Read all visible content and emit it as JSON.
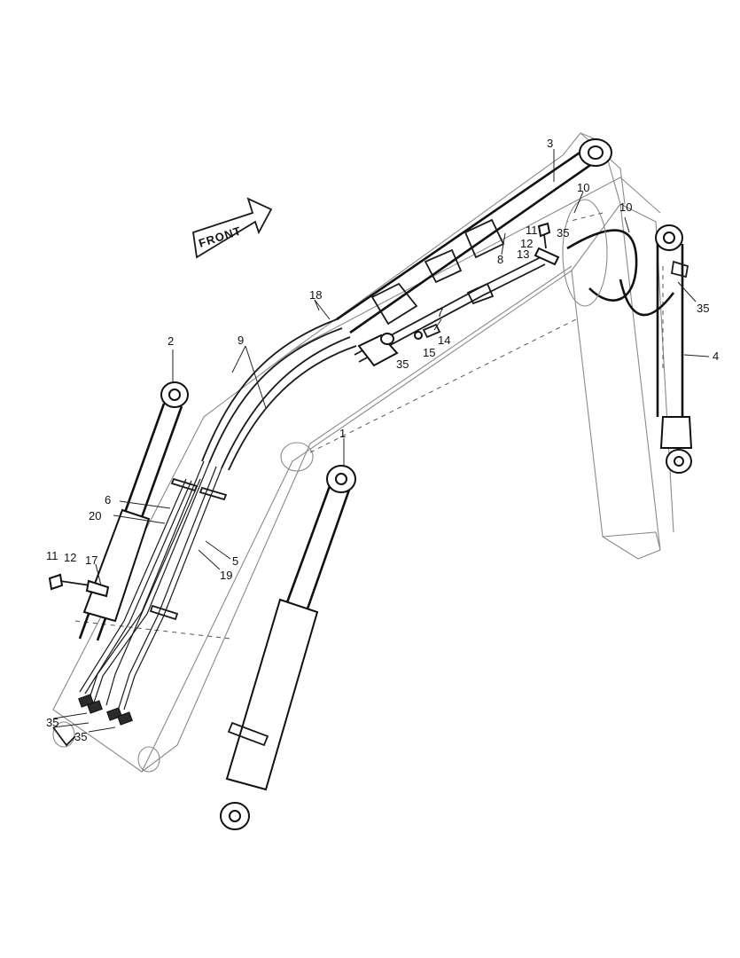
{
  "diagram": {
    "direction_label": "FRONT",
    "callouts": [
      {
        "id": "c1",
        "text": "1"
      },
      {
        "id": "c2",
        "text": "2"
      },
      {
        "id": "c3",
        "text": "3"
      },
      {
        "id": "c4",
        "text": "4"
      },
      {
        "id": "c5",
        "text": "5"
      },
      {
        "id": "c6",
        "text": "6"
      },
      {
        "id": "c7",
        "text": "7"
      },
      {
        "id": "c8",
        "text": "8"
      },
      {
        "id": "c9",
        "text": "9"
      },
      {
        "id": "c10a",
        "text": "10"
      },
      {
        "id": "c10b",
        "text": "10"
      },
      {
        "id": "c11a",
        "text": "11"
      },
      {
        "id": "c11b",
        "text": "11"
      },
      {
        "id": "c12a",
        "text": "12"
      },
      {
        "id": "c12b",
        "text": "12"
      },
      {
        "id": "c13",
        "text": "13"
      },
      {
        "id": "c14",
        "text": "14"
      },
      {
        "id": "c15",
        "text": "15"
      },
      {
        "id": "c17",
        "text": "17"
      },
      {
        "id": "c18",
        "text": "18"
      },
      {
        "id": "c19",
        "text": "19"
      },
      {
        "id": "c20",
        "text": "20"
      },
      {
        "id": "c35a",
        "text": "35"
      },
      {
        "id": "c35b",
        "text": "35"
      },
      {
        "id": "c35c",
        "text": "35"
      },
      {
        "id": "c35d",
        "text": "35"
      },
      {
        "id": "c35e",
        "text": "35"
      }
    ]
  }
}
